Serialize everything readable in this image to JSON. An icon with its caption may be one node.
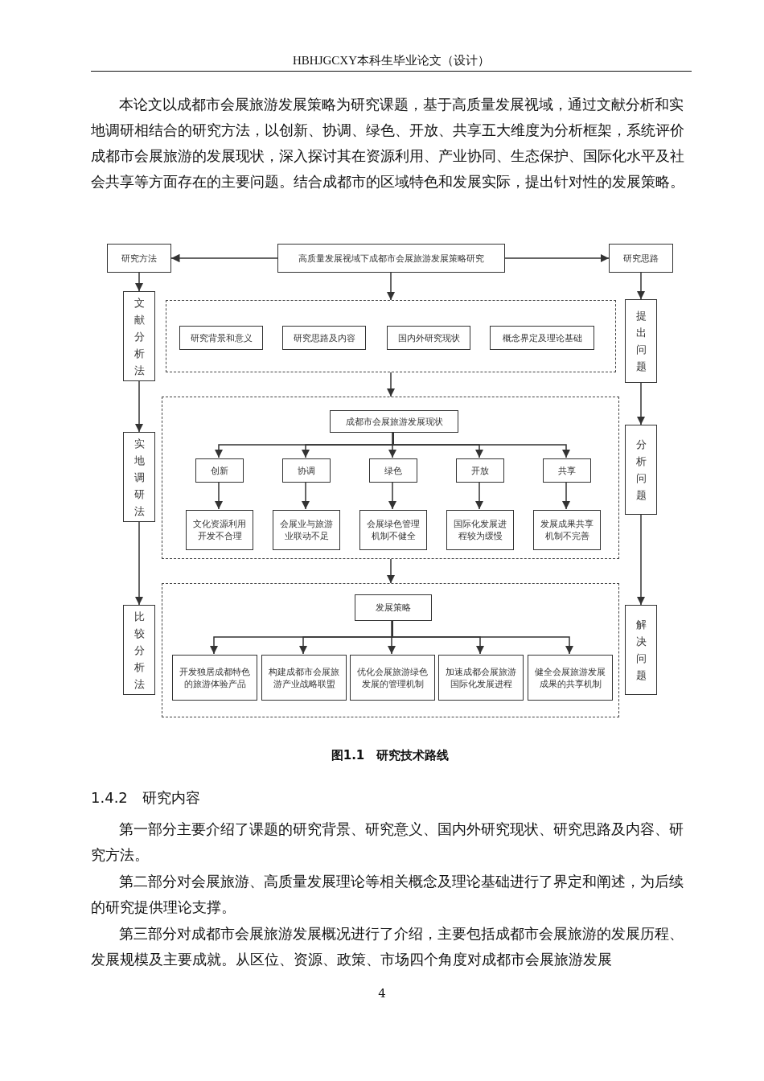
{
  "diagram": {
    "caption": "图1.1　研究技术路线",
    "nodes": [
      {
        "text": [
          "研究方法"
        ]
      },
      {
        "text": [
          "高质量发展视域下成都市会展旅游发展策略研究"
        ]
      },
      {
        "text": [
          "研究思路"
        ]
      },
      {
        "text": [
          "文献分析法"
        ]
      },
      {
        "text": [
          "实地调研法"
        ]
      },
      {
        "text": [
          "比较分析法"
        ]
      },
      {
        "text": [
          "提出问题"
        ]
      },
      {
        "text": [
          "分析问题"
        ]
      },
      {
        "text": [
          "解决问题"
        ]
      },
      {
        "text": [],
        "shape": "box"
      },
      {
        "text": [
          "研究背景和意义"
        ],
        "in": 9
      },
      {
        "text": [
          "研究思路及内容"
        ],
        "in": 9
      },
      {
        "text": [
          "国内外研究现状"
        ],
        "in": 9
      },
      {
        "text": [
          "概念界定及理论基础"
        ],
        "in": 9
      },
      {
        "text": [],
        "shape": "box"
      },
      {
        "text": [
          "成都市会展旅游发展现状"
        ],
        "in": 14
      },
      {
        "text": [
          "创新"
        ],
        "in": 14
      },
      {
        "text": [
          "协调"
        ],
        "in": 14
      },
      {
        "text": [
          "绿色"
        ],
        "in": 14
      },
      {
        "text": [
          "开放"
        ],
        "in": 14
      },
      {
        "text": [
          "共享"
        ],
        "in": 14
      },
      {
        "text": [
          "文化资源利用开发不合理"
        ],
        "in": 14
      },
      {
        "text": [
          "会展业与旅游业联动不足"
        ],
        "in": 14
      },
      {
        "text": [
          "会展绿色管理机制不健全"
        ],
        "in": 14
      },
      {
        "text": [
          "国际化发展进程较为缓慢"
        ],
        "in": 14
      },
      {
        "text": [
          "发展成果共享机制不完善"
        ],
        "in": 14
      },
      {
        "text": [],
        "shape": "box"
      },
      {
        "text": [
          "发展策略"
        ],
        "in": 26
      },
      {
        "text": [
          "开发独居成都特色的旅游体验产品"
        ],
        "in": 26
      },
      {
        "text": [
          "构建成都市会展旅游产业战略联盟"
        ],
        "in": 26
      },
      {
        "text": [
          "优化会展旅游绿色发展的管理机制"
        ],
        "in": 26
      },
      {
        "text": [
          "加速成都会展旅游国际化发展进程"
        ],
        "in": 26
      },
      {
        "text": [
          "健全会展旅游发展成果的共享机制"
        ],
        "in": 26
      }
    ],
    "edges": [
      {
        "from": 1,
        "to": 0,
        "arrow": "to"
      },
      {
        "from": 1,
        "to": 2,
        "arrow": "to"
      },
      {
        "from": 1,
        "to": 9,
        "arrow": "to"
      },
      {
        "from": 9,
        "to": 14,
        "arrow": "to"
      },
      {
        "from": 14,
        "to": 26,
        "arrow": "to"
      },
      {
        "from": 0,
        "to": 3,
        "arrow": "to"
      },
      {
        "from": 3,
        "to": 4,
        "arrow": "to"
      },
      {
        "from": 4,
        "to": 5,
        "arrow": "to"
      },
      {
        "from": 2,
        "to": 6,
        "arrow": "to"
      },
      {
        "from": 6,
        "to": 7,
        "arrow": "to"
      },
      {
        "from": 7,
        "to": 8,
        "arrow": "to"
      },
      {
        "from": 15,
        "to": 16,
        "arrow": "to"
      },
      {
        "from": 15,
        "to": 17,
        "arrow": "to"
      },
      {
        "from": 15,
        "to": 18,
        "arrow": "to"
      },
      {
        "from": 15,
        "to": 19,
        "arrow": "to"
      },
      {
        "from": 15,
        "to": 20,
        "arrow": "to"
      },
      {
        "from": 16,
        "to": 21,
        "arrow": "to"
      },
      {
        "from": 17,
        "to": 22,
        "arrow": "to"
      },
      {
        "from": 18,
        "to": 23,
        "arrow": "to"
      },
      {
        "from": 19,
        "to": 24,
        "arrow": "to"
      },
      {
        "from": 20,
        "to": 25,
        "arrow": "to"
      },
      {
        "from": 27,
        "to": 28,
        "arrow": "to"
      },
      {
        "from": 27,
        "to": 29,
        "arrow": "to"
      },
      {
        "from": 27,
        "to": 30,
        "arrow": "to"
      },
      {
        "from": 27,
        "to": 31,
        "arrow": "to"
      },
      {
        "from": 27,
        "to": 32,
        "arrow": "to"
      }
    ],
    "labels": [
      "HBHJGCXY本科生毕业论文（设计）",
      "本论文以成都市会展旅游发展策略为研究课题，基于高质量发展视域，通过文献分析和实地调研相结合的研究方法，以创新、协调、绿色、开放、共享五大维度为分析框架，系统评价成都市会展旅游的发展现状，深入探讨其在资源利用、产业协同、生态保护、国际化水平及社会共享等方面存在的主要问题。结合成都市的区域特色和发展实际，提出针对性的发展策略。",
      "1.4.2　研究内容",
      "第一部分主要介绍了课题的研究背景、研究意义、国内外研究现状、研究思路及内容、研究方法。",
      "第二部分对会展旅游、高质量发展理论等相关概念及理论基础进行了界定和阐述，为后续的研究提供理论支撑。",
      "第三部分对成都市会展旅游发展概况进行了介绍，主要包括成都市会展旅游的发展历程、发展规模及主要成就。从区位、资源、政策、市场四个角度对成都市会展旅游发展",
      "4"
    ]
  }
}
